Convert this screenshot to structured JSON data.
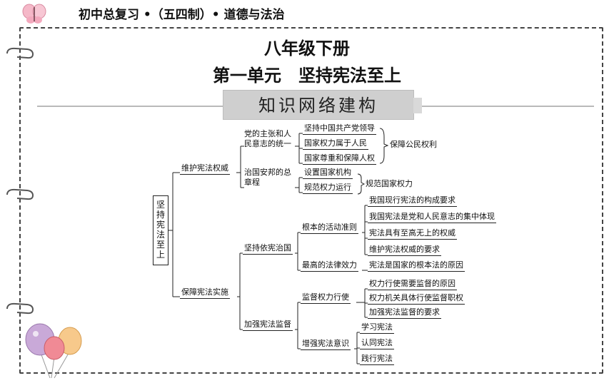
{
  "header": {
    "text": "初中总复习 •（五四制）• 道德与法治"
  },
  "titles": {
    "line1": "八年级下册",
    "line2": "第一单元　坚持宪法至上"
  },
  "banner": {
    "text": "知识网络建构"
  },
  "map": {
    "root": "坚持宪法至上",
    "b1": {
      "label": "维护宪法权威",
      "c1": {
        "label_l1": "党的主张和人",
        "label_l2": "民意志的统一",
        "items": [
          "坚持中国共产党领导",
          "国家权力属于人民",
          "国家尊重和保障人权"
        ],
        "bracket": "保障公民权利"
      },
      "c2": {
        "label_l1": "治国安邦的总",
        "label_l2": "章程",
        "items": [
          "设置国家机构",
          "规范权力运行"
        ],
        "bracket": "规范国家权力"
      }
    },
    "b2": {
      "label": "保障宪法实施",
      "c1": {
        "label": "坚持依宪治国",
        "g1": {
          "label": "根本的活动准则",
          "items": [
            "我国现行宪法的构成要求",
            "我国宪法是党和人民意志的集中体现",
            "宪法具有至高无上的权威",
            "维护宪法权威的要求"
          ]
        },
        "g2": {
          "label": "最高的法律效力",
          "items": [
            "宪法是国家的根本法的原因"
          ]
        }
      },
      "c2": {
        "label": "加强宪法监督",
        "g1": {
          "label": "监督权力行使",
          "items": [
            "权力行使需要监督的原因",
            "权力机关具体行使监督职权",
            "加强宪法监督的要求"
          ]
        },
        "g2": {
          "label": "增强宪法意识",
          "items": [
            "学习宪法",
            "认同宪法",
            "践行宪法"
          ]
        }
      }
    }
  },
  "colors": {
    "line": "#222222",
    "banner": "#cfcfcf",
    "frame": "#444444"
  }
}
